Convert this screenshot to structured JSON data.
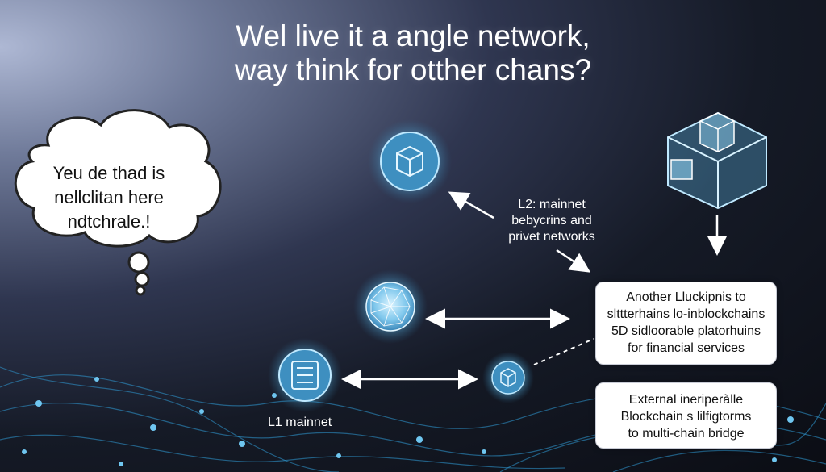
{
  "title": {
    "line1": "Wel live it a angle network,",
    "line2": "way think for otther chans?"
  },
  "thought_bubble": {
    "lines": [
      "Yeu de thad is",
      "nellclitan here",
      "ndtchrale.!"
    ]
  },
  "labels": {
    "l2": [
      "L2: mainnet",
      "bebycrins and",
      "privet networks"
    ],
    "l1": "L1 mainnet"
  },
  "info_boxes": [
    {
      "lines": [
        "Another Lluckipnis to",
        "slttterhains lo-inblockchains",
        "5D sidloorable platorhuins",
        "for financial services"
      ]
    },
    {
      "lines": [
        "External ineriperàlle",
        "Blockchain s lilfigtorms",
        "to multi-chain bridge"
      ]
    }
  ],
  "colors": {
    "node_glow": "#7fd4ff",
    "node_fill": "#4fa8d8",
    "network_lines": "#2f9bd6",
    "box_bg": "#ffffff"
  },
  "icons": [
    "cube-icon",
    "crystal-sphere-icon",
    "container-icon",
    "isometric-cube-icon"
  ]
}
